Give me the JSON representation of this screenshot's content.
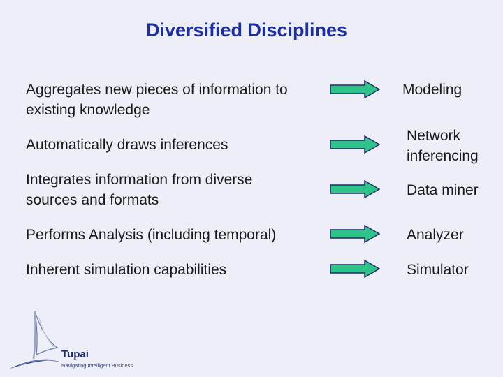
{
  "slide": {
    "title": "Diversified Disciplines",
    "rows": [
      {
        "left": "Aggregates new pieces of information to existing knowledge",
        "right": "Modeling"
      },
      {
        "left": "Automatically draws inferences",
        "right": "Network inferencing"
      },
      {
        "left": "Integrates information from diverse sources and formats",
        "right": "Data miner"
      },
      {
        "left": "Performs Analysis (including temporal)",
        "right": "Analyzer"
      },
      {
        "left": "Inherent simulation capabilities",
        "right": "Simulator"
      }
    ]
  },
  "logo": {
    "name": "Tupai",
    "tagline": "Navigating Intelligent Business"
  },
  "colors": {
    "background": "#eeeef9",
    "title": "#1c2fa2",
    "arrow_fill": "#2ec489",
    "arrow_stroke": "#1e2a6b"
  }
}
